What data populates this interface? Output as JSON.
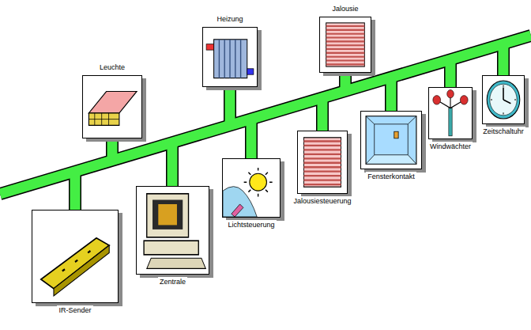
{
  "diagram": {
    "nodes": [
      {
        "text": [
          "Leuchte"
        ]
      },
      {
        "text": [
          "Heizung"
        ]
      },
      {
        "text": [
          "Jalousie"
        ]
      },
      {
        "text": [
          "IR-Sender"
        ]
      },
      {
        "text": [
          "Zentrale"
        ]
      },
      {
        "text": [
          "Lichtsteuerung"
        ]
      },
      {
        "text": [
          "Jalousiesteuerung"
        ]
      },
      {
        "text": [
          "Fensterkontakt"
        ]
      },
      {
        "text": [
          "Windwächter"
        ]
      },
      {
        "text": [
          "Zeitschaltuhr"
        ]
      }
    ]
  }
}
